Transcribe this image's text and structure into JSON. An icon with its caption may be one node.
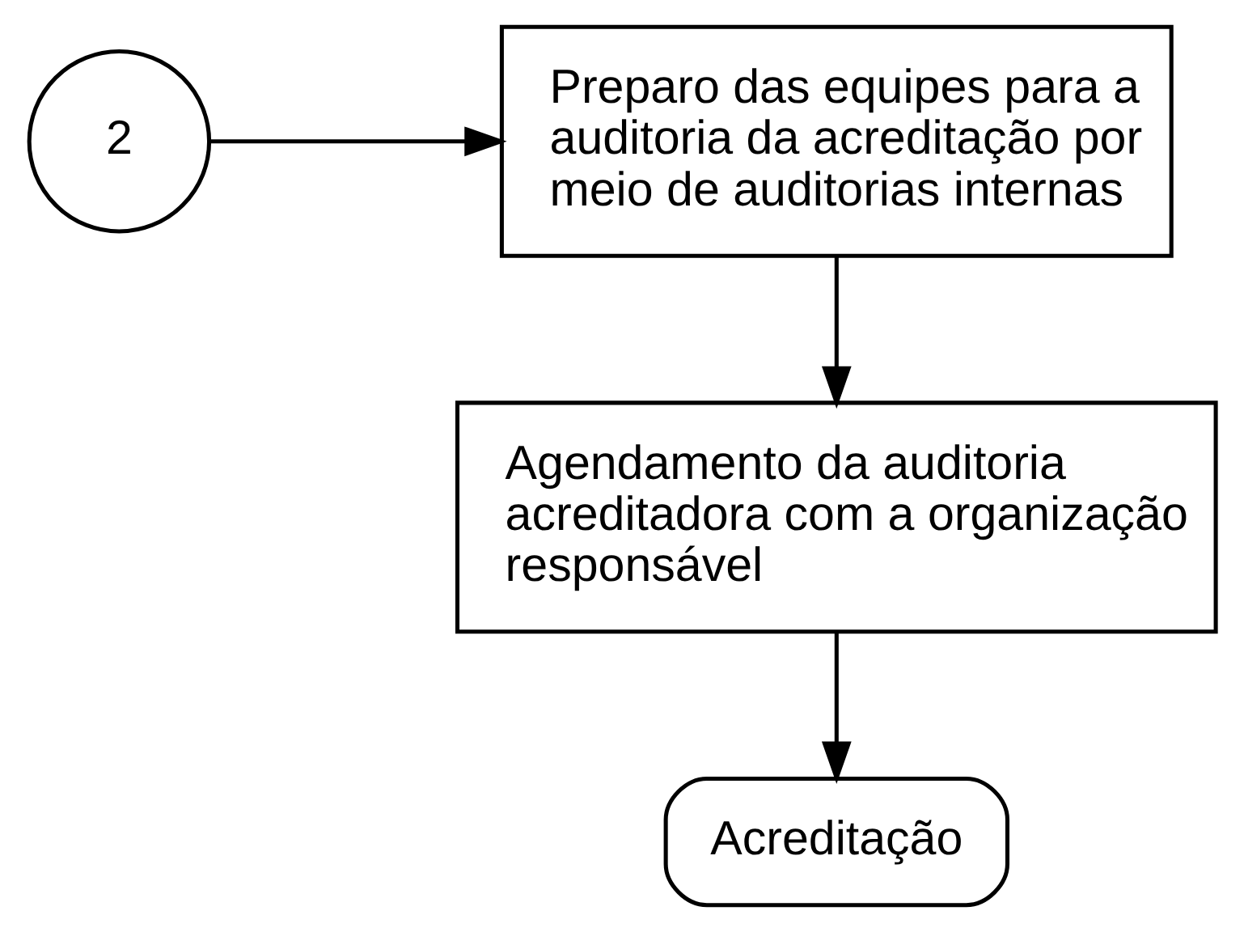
{
  "diagram": {
    "nodes": [
      {
        "text": [
          "2"
        ]
      },
      {
        "text": [
          "Preparo das equipes para a auditoria da acreditação por meio de auditorias internas"
        ]
      },
      {
        "text": [
          "Agendamento da auditoria acreditadora com a organização responsável"
        ]
      },
      {
        "text": [
          "Acreditação"
        ]
      }
    ],
    "edges": [
      {
        "from": 0,
        "to": 1,
        "arrow": "to"
      },
      {
        "from": 1,
        "to": 2,
        "arrow": "to"
      },
      {
        "from": 2,
        "to": 3,
        "arrow": "to"
      }
    ]
  }
}
